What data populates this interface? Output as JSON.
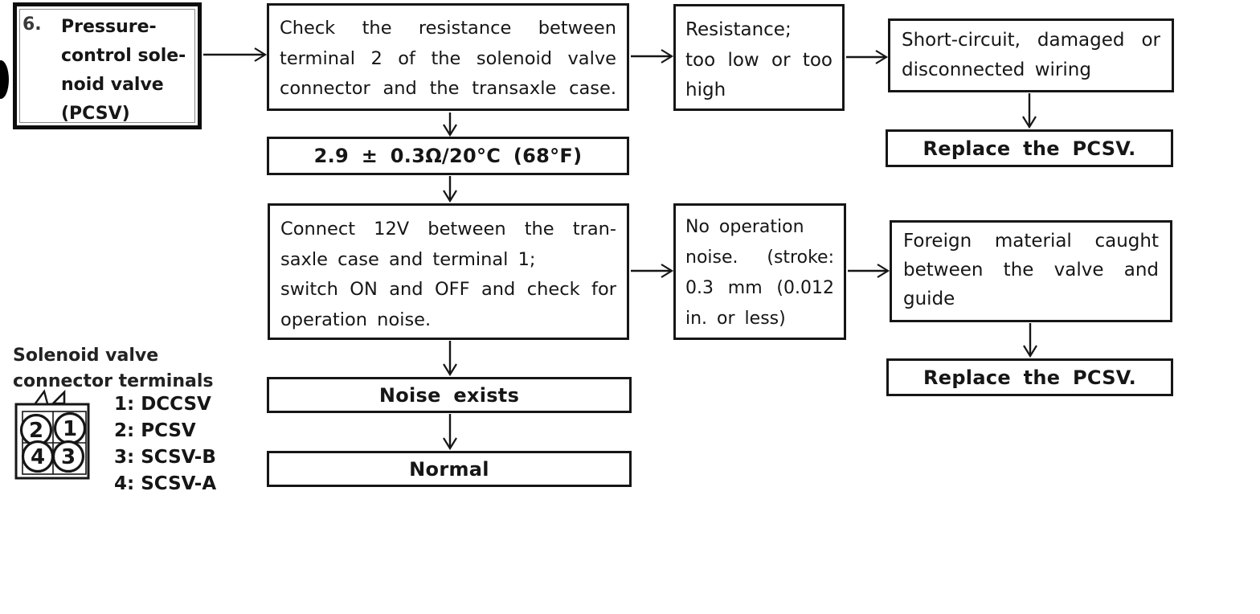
{
  "colors": {
    "ink": "#161616",
    "paper": "#ffffff"
  },
  "header_box": {
    "index": "6.",
    "title_lines": [
      "Pressure-",
      "control sole-",
      "noid valve",
      "(PCSV)"
    ]
  },
  "flow": {
    "check_resistance": {
      "lines": [
        "Check the resistance between",
        "terminal 2 of the solenoid valve",
        "connector and the transaxle case."
      ]
    },
    "resistance_abnormal": {
      "lines": [
        "Resistance;",
        "too low or too",
        "high"
      ]
    },
    "wiring_fault": {
      "lines": [
        "Short-circuit, damaged or",
        "disconnected wiring"
      ]
    },
    "replace_pcsv_top": {
      "label": "Replace the PCSV."
    },
    "resistance_spec": {
      "label": "2.9 ± 0.3Ω/20°C (68°F)"
    },
    "connect_12v": {
      "lines": [
        "Connect 12V between the tran-",
        "saxle case and terminal 1;",
        "switch ON and OFF and check for",
        "operation noise."
      ]
    },
    "no_operation_noise": {
      "lines": [
        "No operation",
        "noise. (stroke:",
        "0.3 mm (0.012",
        "in. or less)"
      ]
    },
    "foreign_material": {
      "lines": [
        "Foreign material caught",
        "between the valve and",
        "guide"
      ]
    },
    "replace_pcsv_bottom": {
      "label": "Replace the PCSV."
    },
    "noise_exists": {
      "label": "Noise exists"
    },
    "normal": {
      "label": "Normal"
    }
  },
  "note": {
    "caption_lines": [
      "Solenoid valve",
      "connector terminals"
    ],
    "pins": {
      "top_left": "2",
      "top_right": "1",
      "bottom_left": "4",
      "bottom_right": "3"
    },
    "legend": [
      "1: DCCSV",
      "2: PCSV",
      "3: SCSV-B",
      "4: SCSV-A"
    ]
  }
}
